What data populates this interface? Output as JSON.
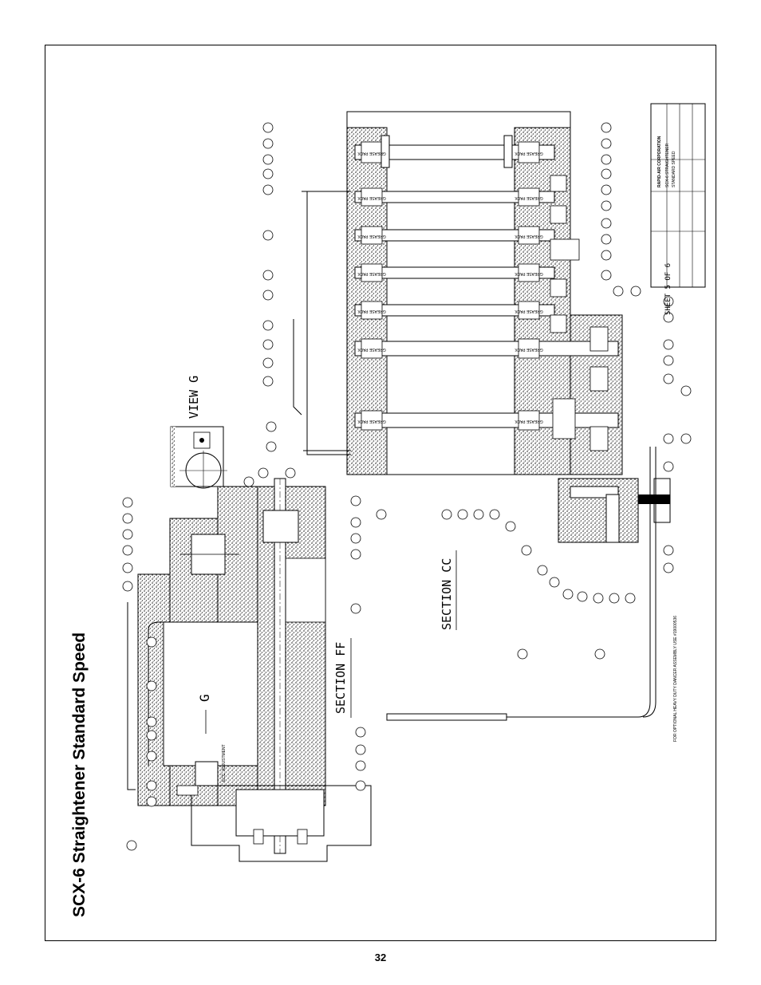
{
  "page": {
    "title": "SCX-6 Straightener Standard Speed",
    "page_number": "32"
  },
  "drawing": {
    "views": {
      "view_g": "VIEW G",
      "section_ff": "SECTION FF",
      "section_cc": "SECTION CC",
      "g_marker": "G"
    },
    "notes": {
      "ecc_adjustment": "ECC. ADJUSTMENT",
      "optional_dancer": "FOR OPTIONAL HEAVY DUTY DANCER ASSEMBLY USE #19000536",
      "sheet": "SHEET 5 OF 6",
      "grease_pack": "GREASE PACK"
    },
    "title_block": {
      "company": "RAPID-AIR CORPORATION",
      "product": "SCX-6 STRAIGHTENER",
      "description": "STANDARD SPEED"
    }
  }
}
